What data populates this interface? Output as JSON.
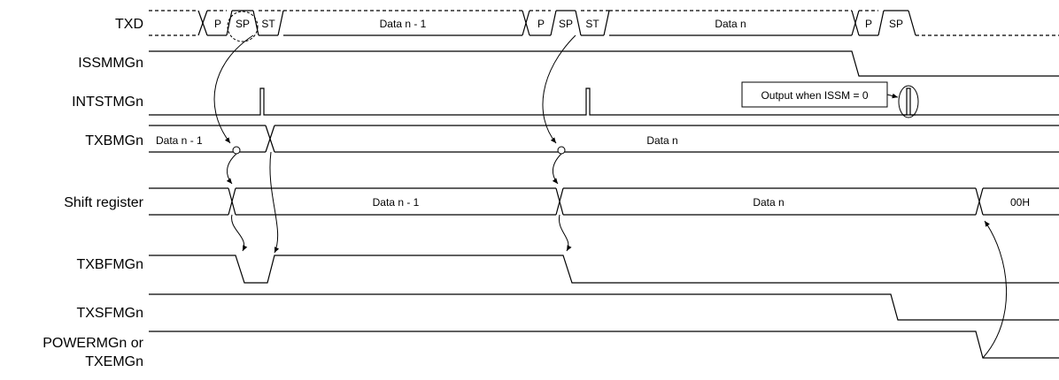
{
  "signals": {
    "txd": "TXD",
    "issmm": "ISSMMGn",
    "intstm": "INTSTMGn",
    "txbm": "TXBMGn",
    "shift": "Shift register",
    "txbfm": "TXBFMGn",
    "txsfm": "TXSFMGn",
    "power_line1": "POWERMGn or",
    "power_line2": "TXEMGn"
  },
  "txd_fields": {
    "p1": "P",
    "sp1": "SP",
    "st1": "ST",
    "data1": "Data n - 1",
    "p2": "P",
    "sp2": "SP",
    "st2": "ST",
    "data2": "Data n",
    "p3": "P",
    "sp3": "SP"
  },
  "txbm_values": {
    "v1": "Data n - 1",
    "v2": "Data n"
  },
  "shift_values": {
    "v1": "Data n - 1",
    "v2": "Data n",
    "v3": "00H"
  },
  "annotation": "Output when ISSM = 0"
}
